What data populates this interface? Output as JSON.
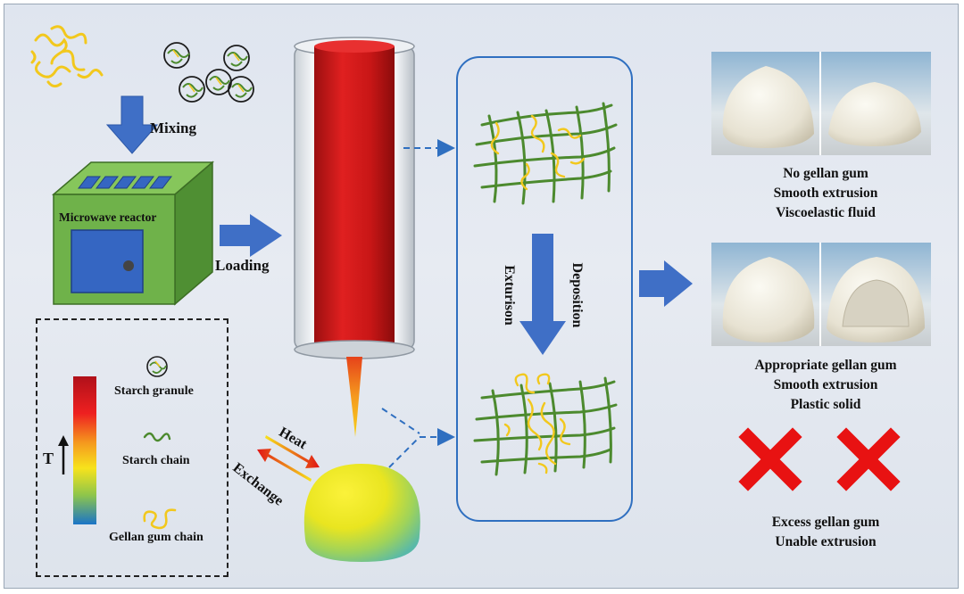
{
  "labels": {
    "mixing": "Mixing",
    "microwave_reactor": "Microwave reactor",
    "loading": "Loading",
    "heat": "Heat",
    "exchange": "Exchange",
    "extrusion": "Exturison",
    "deposition": "Deposition"
  },
  "legend": {
    "temperature_axis": "T",
    "starch_granule": "Starch granule",
    "starch_chain": "Starch chain",
    "gellan_gum_chain": "Gellan gum chain"
  },
  "outcomes": [
    {
      "lines": [
        "No gellan gum",
        "Smooth extrusion",
        "Viscoelastic fluid"
      ]
    },
    {
      "lines": [
        "Appropriate gellan gum",
        "Smooth extrusion",
        "Plastic solid"
      ]
    },
    {
      "lines": [
        "Excess gellan gum",
        "Unable extrusion"
      ]
    }
  ],
  "colors": {
    "arrow_blue": "#3f6fc6",
    "reactor_green": "#6fb24a",
    "reactor_blue": "#3566c2",
    "syringe_red": "#d01818",
    "network_green": "#4c8a2e",
    "gellan_yellow": "#f2c81d",
    "cross_red": "#e81212"
  },
  "icons": [
    "down-arrow-icon",
    "right-arrow-icon",
    "cross-icon",
    "dashed-arrow-icon"
  ]
}
